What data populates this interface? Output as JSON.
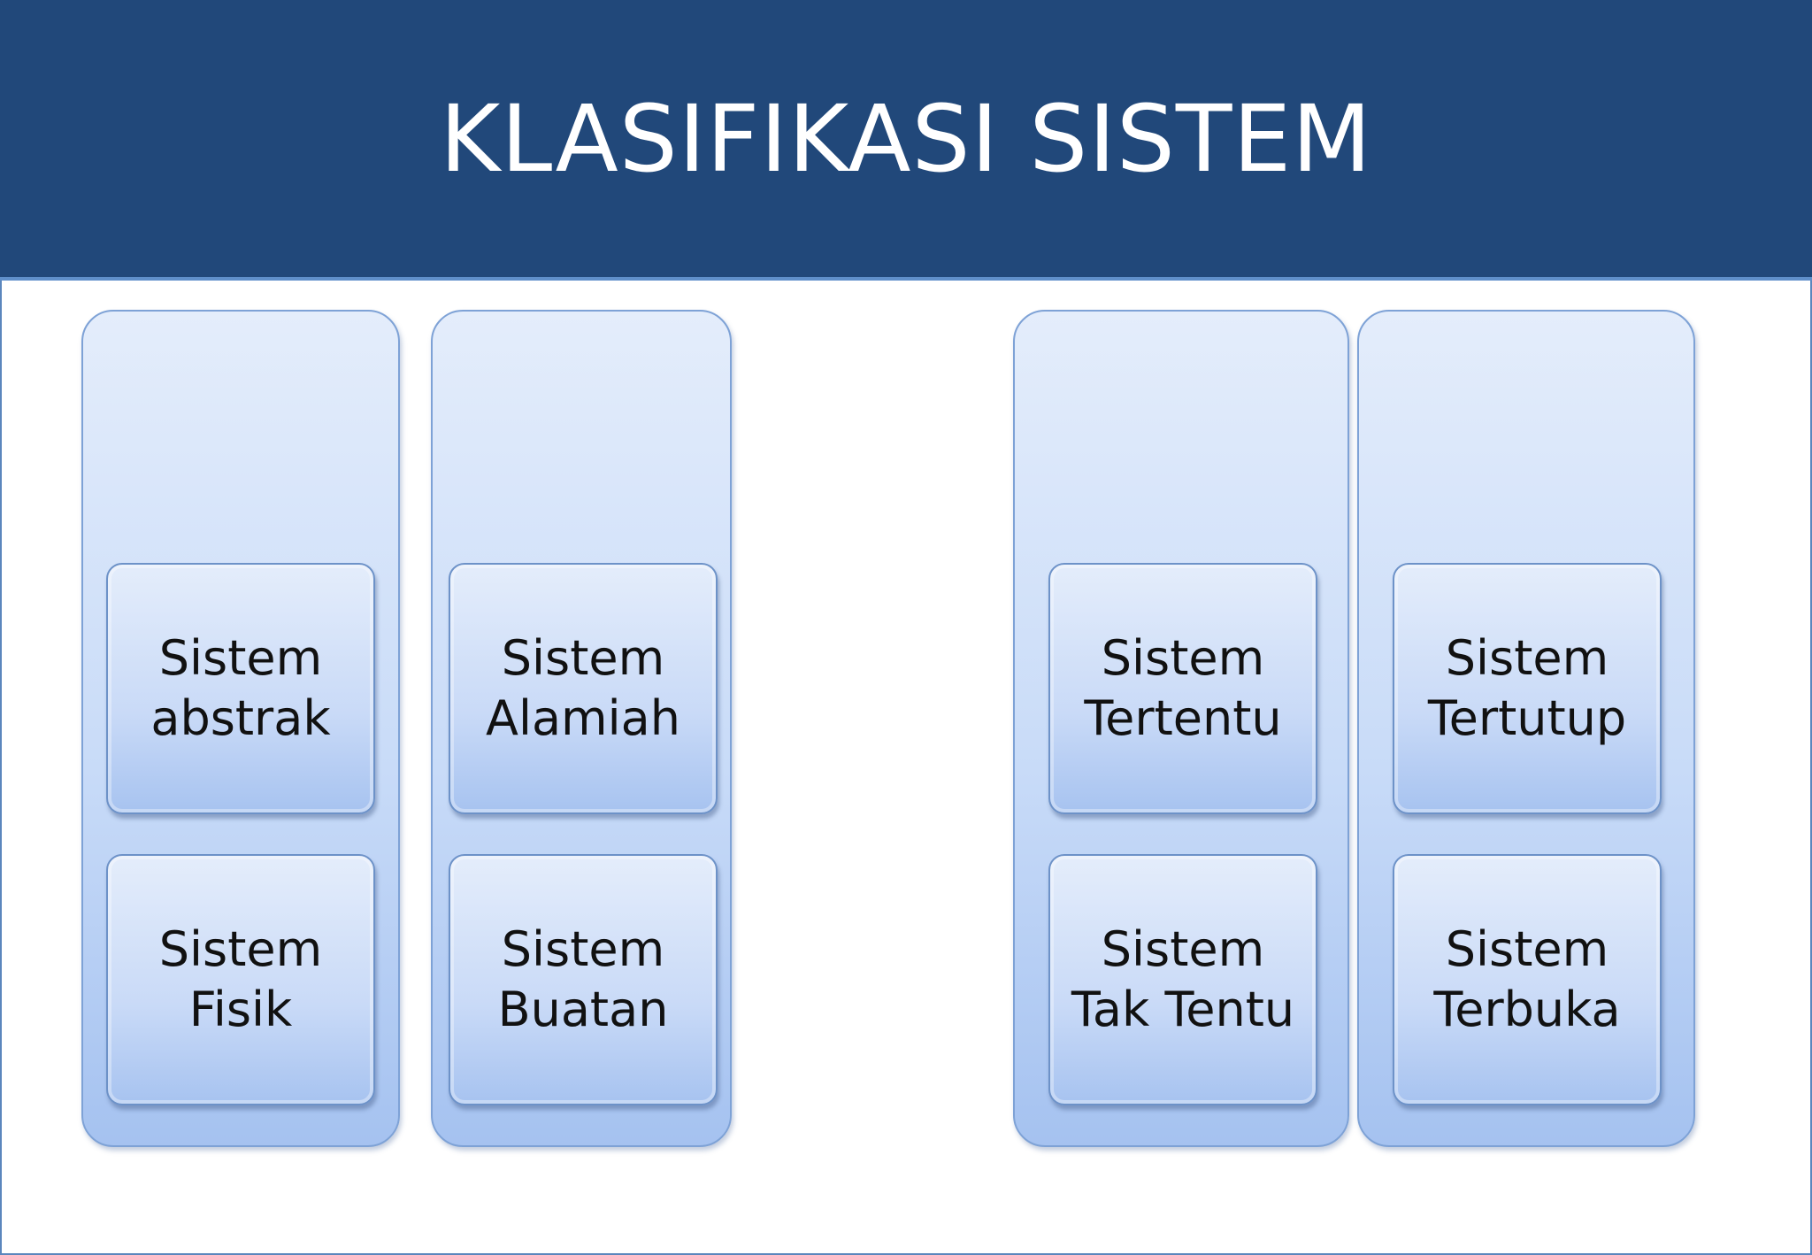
{
  "title": "KLASIFIKASI SISTEM",
  "groups": [
    {
      "items": [
        "Sistem\nabstrak",
        "Sistem\nFisik"
      ]
    },
    {
      "items": [
        "Sistem\nAlamiah",
        "Sistem\nBuatan"
      ]
    },
    {
      "items": [
        "Sistem\nTertentu",
        "Sistem\nTak Tentu"
      ]
    },
    {
      "items": [
        "Sistem\nTertutup",
        "Sistem\nTerbuka"
      ]
    }
  ],
  "colors": {
    "banner": "#21487a",
    "banner_border": "#5f8fca",
    "box_fill_top": "#e4edfb",
    "box_fill_bottom": "#a5c2f0",
    "box_border": "#6d92c8",
    "title_text": "#ffffff"
  }
}
